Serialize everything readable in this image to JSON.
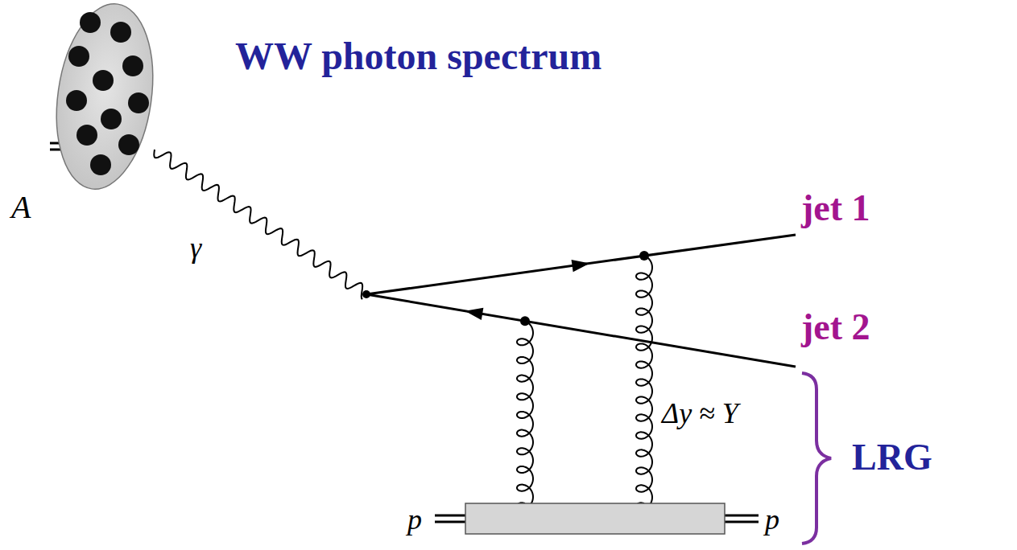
{
  "diagram": {
    "labels": [
      "A",
      "WW photon spectrum",
      "γ",
      "jet 1",
      "jet 2",
      "Δy ≈ Y",
      "p",
      "p",
      "LRG"
    ]
  }
}
